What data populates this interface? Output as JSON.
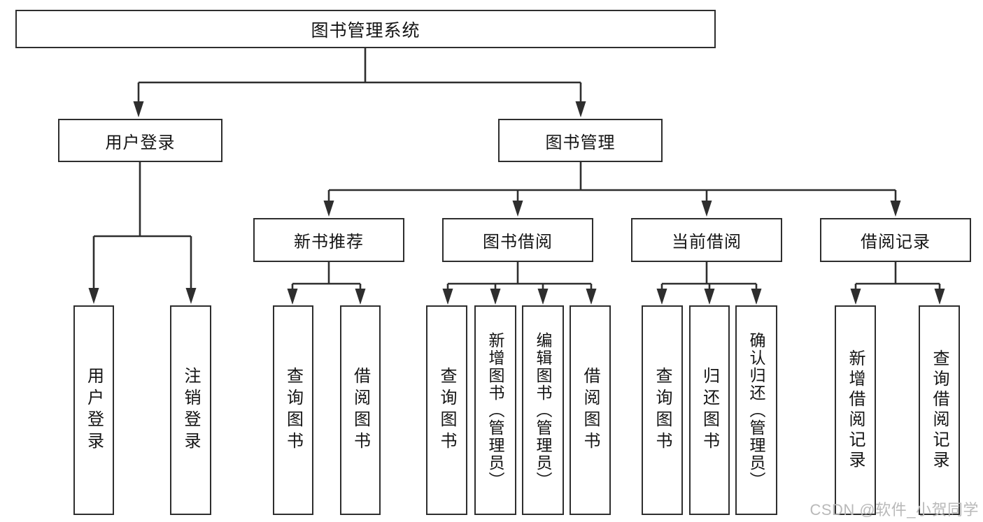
{
  "diagram": {
    "root": {
      "label": "图书管理系统"
    },
    "level2": {
      "user_login": {
        "label": "用户登录"
      },
      "book_management": {
        "label": "图书管理"
      }
    },
    "level3": {
      "new_book_recommend": {
        "label": "新书推荐"
      },
      "book_borrowing": {
        "label": "图书借阅"
      },
      "current_borrowing": {
        "label": "当前借阅"
      },
      "borrowing_records": {
        "label": "借阅记录"
      }
    },
    "leaves": {
      "user_login": {
        "label": "用户登录"
      },
      "logout": {
        "label": "注销登录"
      },
      "nbr_query_books": {
        "label": "查询图书"
      },
      "nbr_borrow_books": {
        "label": "借阅图书"
      },
      "bb_query_books": {
        "label": "查询图书"
      },
      "bb_add_books": {
        "label": "新增图书（管理员）"
      },
      "bb_edit_books": {
        "label": "编辑图书（管理员）"
      },
      "bb_borrow_books": {
        "label": "借阅图书"
      },
      "cb_query_books": {
        "label": "查询图书"
      },
      "cb_return_books": {
        "label": "归还图书"
      },
      "cb_confirm_return": {
        "label": "确认归还（管理员）"
      },
      "br_add_record": {
        "label": "新增借阅记录"
      },
      "br_query_record": {
        "label": "查询借阅记录"
      }
    }
  },
  "watermark": {
    "text": "CSDN @软件_小贺同学"
  },
  "colors": {
    "line": "#2e2e2e",
    "text": "#141414",
    "box_background": "#ffffff",
    "page_background": "#ffffff",
    "watermark": "#b9b9b9"
  }
}
